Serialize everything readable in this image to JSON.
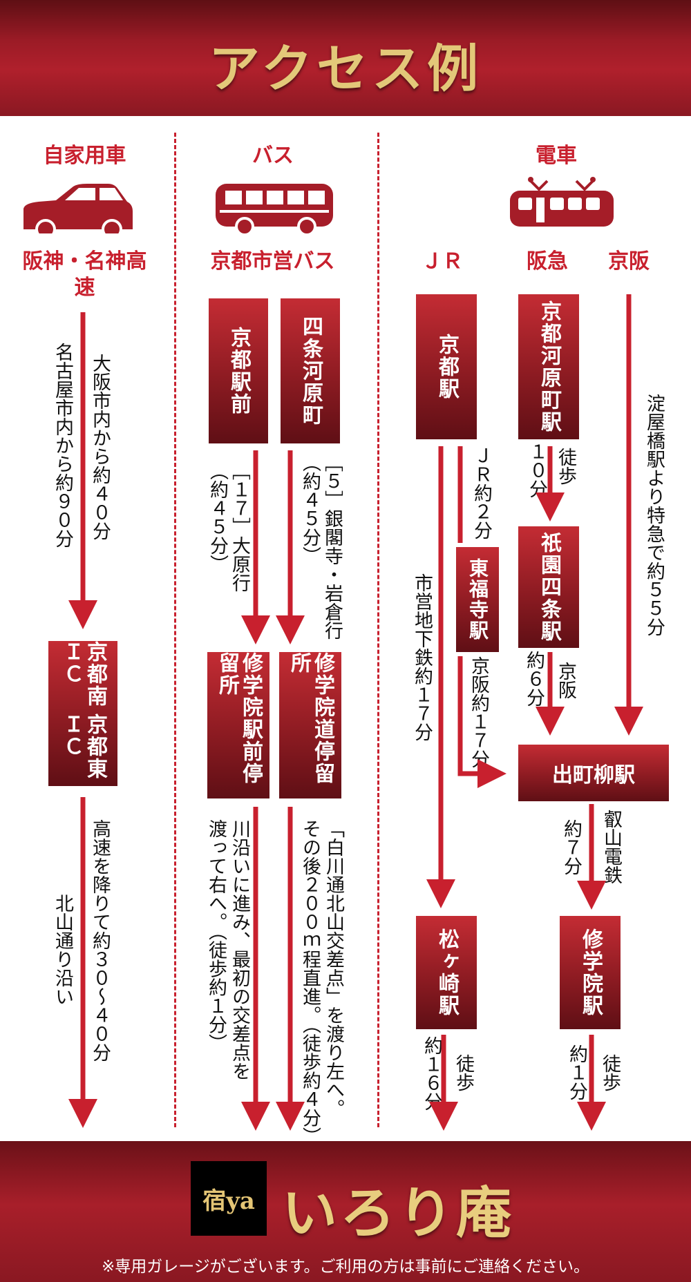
{
  "title": "アクセス例",
  "columns": {
    "car": "自家用車",
    "bus": "バス",
    "train": "電車"
  },
  "car": {
    "highway": "阪神・名神高速",
    "from_osaka": "大阪市内から約４０分",
    "from_nagoya": "名古屋市内から約９０分",
    "ic": "京都南ＩＣ",
    "ic2": "京都東ＩＣ",
    "exit": "高速を降りて約３０〜４０分",
    "along": "北山通り沿い"
  },
  "bus": {
    "company": "京都市営バス",
    "stop1": "京都駅前",
    "stop2": "四条河原町",
    "route1": "［１７］大原行",
    "route1_time": "（約４５分）",
    "route2": "［５］銀閣寺・岩倉行",
    "route2_time": "（約４５分）",
    "arr1": "修学院駅前停留所",
    "arr2": "修学院道停留所",
    "walk1": "川沿いに進み、最初の交差点を",
    "walk1b": "渡って右へ。（徒歩約１分）",
    "walk2": "「白川通北山交差点」を渡り左へ。",
    "walk2b": "その後２００ｍ程直進。（徒歩約４分）"
  },
  "train": {
    "jr": "ＪＲ",
    "hankyu": "阪急",
    "keihan": "京阪",
    "kyoto": "京都駅",
    "kawaramachi": "京都河原町駅",
    "jr2": "ＪＲ約２分",
    "tofukuji": "東福寺駅",
    "walk10": "徒歩",
    "walk10_time": "１０分",
    "gion": "祇園四条駅",
    "subway": "市営地下鉄約１７分",
    "keihan17": "京阪約１７分",
    "yodoyabashi": "淀屋橋駅より特急で約５５分",
    "keihan6_label": "京阪",
    "keihan6_time": "約６分",
    "demachi": "出町柳駅",
    "eizan": "叡山電鉄",
    "eizan_time": "約７分",
    "matsugasaki": "松ヶ崎駅",
    "shugakuin": "修学院駅",
    "walk_m": "徒歩",
    "walk_m_time": "約１６分",
    "walk_s": "徒歩",
    "walk_s_time": "約１分"
  },
  "footer": {
    "logo": "宿ya",
    "brand": "いろり庵",
    "note": "※専用ガレージがございます。ご利用の方は事前にご連絡ください。"
  },
  "colors": {
    "accent": "#c8202e",
    "dark": "#8d1b22",
    "gold": "#e3c879"
  }
}
